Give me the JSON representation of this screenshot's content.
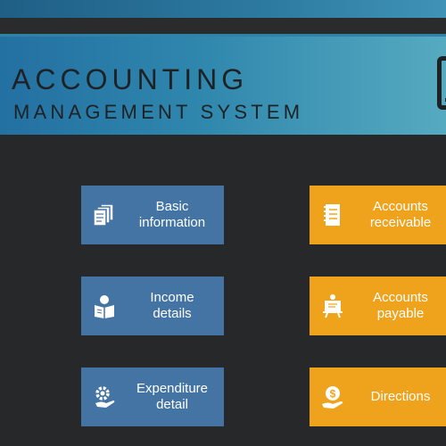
{
  "header": {
    "title_line1": "ACCOUNTING",
    "title_line2": "MANAGEMENT SYSTEM",
    "device_icon": "tablet-icon"
  },
  "tiles": [
    {
      "label": "Basic\ninformation",
      "icon": "documents-icon",
      "color": "#4474a4"
    },
    {
      "label": "Accounts\nreceivable",
      "icon": "notepad-icon",
      "color": "#efa21c"
    },
    {
      "label": "Income\ndetails",
      "icon": "person-book-icon",
      "color": "#4474a4"
    },
    {
      "label": "Accounts\npayable",
      "icon": "presentation-board-icon",
      "color": "#efa21c"
    },
    {
      "label": "Expenditure\ndetail",
      "icon": "gear-hand-icon",
      "color": "#4474a4"
    },
    {
      "label": "Directions",
      "icon": "money-hand-icon",
      "color": "#efa21c"
    }
  ],
  "colors": {
    "header_accent": "#2f87ad",
    "tile_blue": "#4474a4",
    "tile_orange": "#efa21c",
    "background": "#272829"
  }
}
